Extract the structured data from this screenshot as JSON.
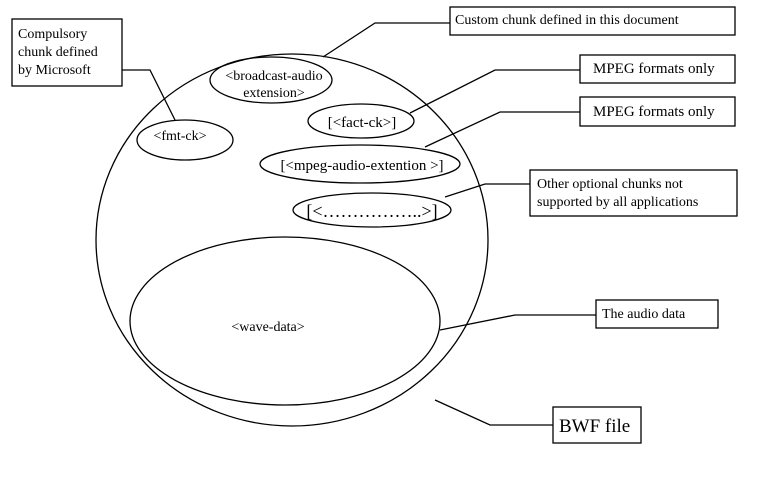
{
  "chunks": {
    "broadcast_1": "<broadcast-audio",
    "broadcast_2": "extension>",
    "fmt": "<fmt-ck>",
    "fact": "[<fact-ck>]",
    "mpeg": "[<mpeg-audio-extention >]",
    "other": "[<……………..>]",
    "wave": "<wave-data>"
  },
  "callouts": {
    "compulsory": [
      "Compulsory",
      "chunk defined",
      "by Microsoft"
    ],
    "custom": "Custom chunk defined in this document",
    "mpeg1": "MPEG formats only",
    "mpeg2": "MPEG formats only",
    "other": [
      "Other optional chunks not",
      "supported by all applications"
    ],
    "audio": "The audio data",
    "bwf": "BWF file"
  }
}
